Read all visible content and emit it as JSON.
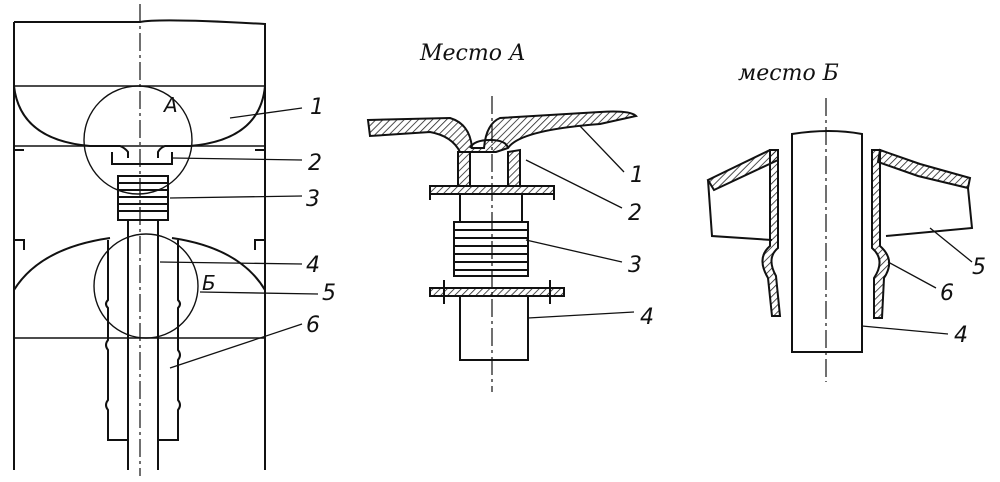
{
  "figure": {
    "title_a": "Место А",
    "title_b": "место Б",
    "callouts_main": [
      "1",
      "2",
      "3",
      "4",
      "5",
      "6"
    ],
    "callouts_a": [
      "1",
      "2",
      "3",
      "4"
    ],
    "callouts_b": [
      "5",
      "6",
      "4"
    ],
    "circle_labels": [
      "А",
      "Б"
    ],
    "ink_color": "#111111",
    "hatch_color": "#222222"
  }
}
